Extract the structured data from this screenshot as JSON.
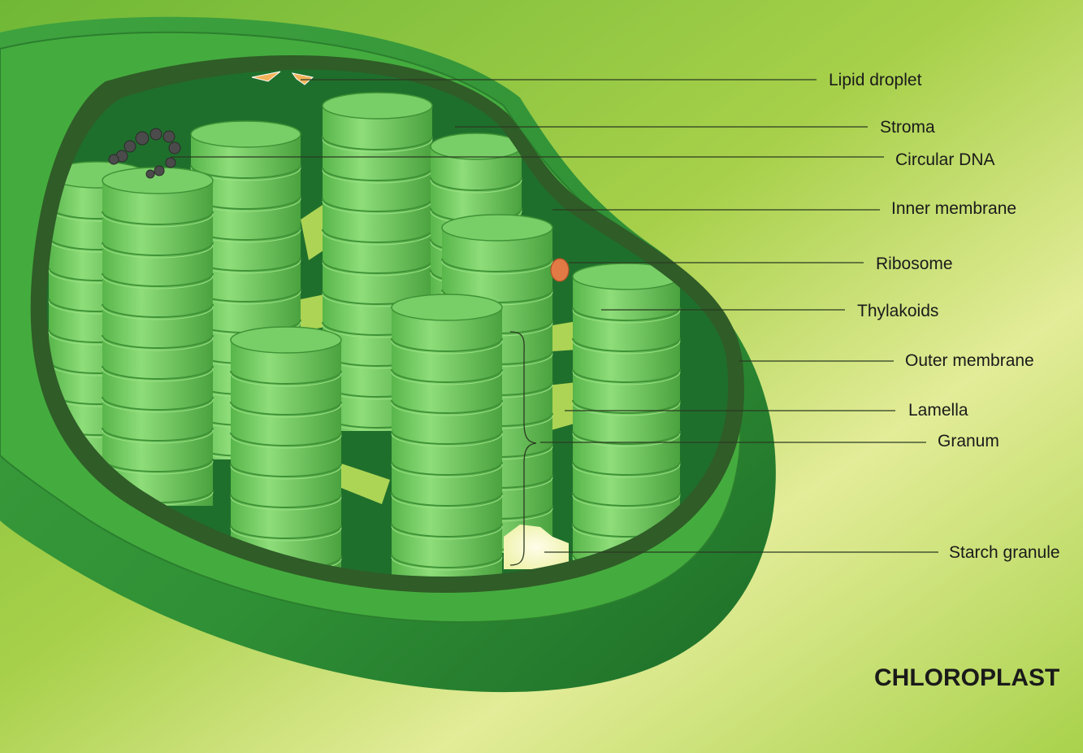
{
  "title": "CHLOROPLAST",
  "labels": {
    "lipid_droplet": "Lipid droplet",
    "stroma": "Stroma",
    "circular_dna": "Circular DNA",
    "inner_membrane": "Inner membrane",
    "ribosome": "Ribosome",
    "thylakoids": "Thylakoids",
    "outer_membrane": "Outer membrane",
    "lamella": "Lamella",
    "granum": "Granum",
    "starch_granule": "Starch granule"
  },
  "colors": {
    "background_light": "#e6ee9a",
    "background_green": "#86c23a",
    "outer_membrane": "#2e8b35",
    "inner_membrane_dark": "#2f5a26",
    "stroma": "#1f6f2c",
    "thylakoid": "#6cc957",
    "lamella": "#b7dc58",
    "ribosome": "#e27a45",
    "starch": "#fbf8d2",
    "dna": "#4a4a4a"
  }
}
